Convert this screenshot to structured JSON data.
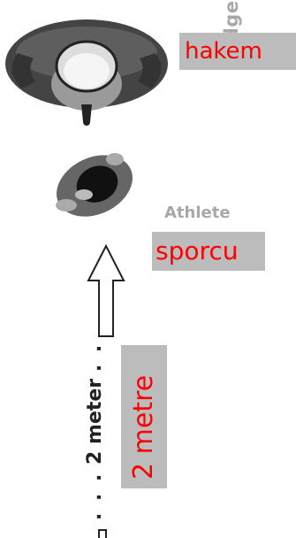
{
  "judge": {
    "label": "Judge",
    "translation": "hakem"
  },
  "athlete": {
    "label": "Athlete",
    "translation": "sporcu"
  },
  "distance": {
    "label": "2 meter",
    "translation": "2 metre"
  },
  "colors": {
    "translation_text": "#ff0000",
    "translation_box": "#bcbcbc",
    "label_grey": "#a8a8a8"
  }
}
